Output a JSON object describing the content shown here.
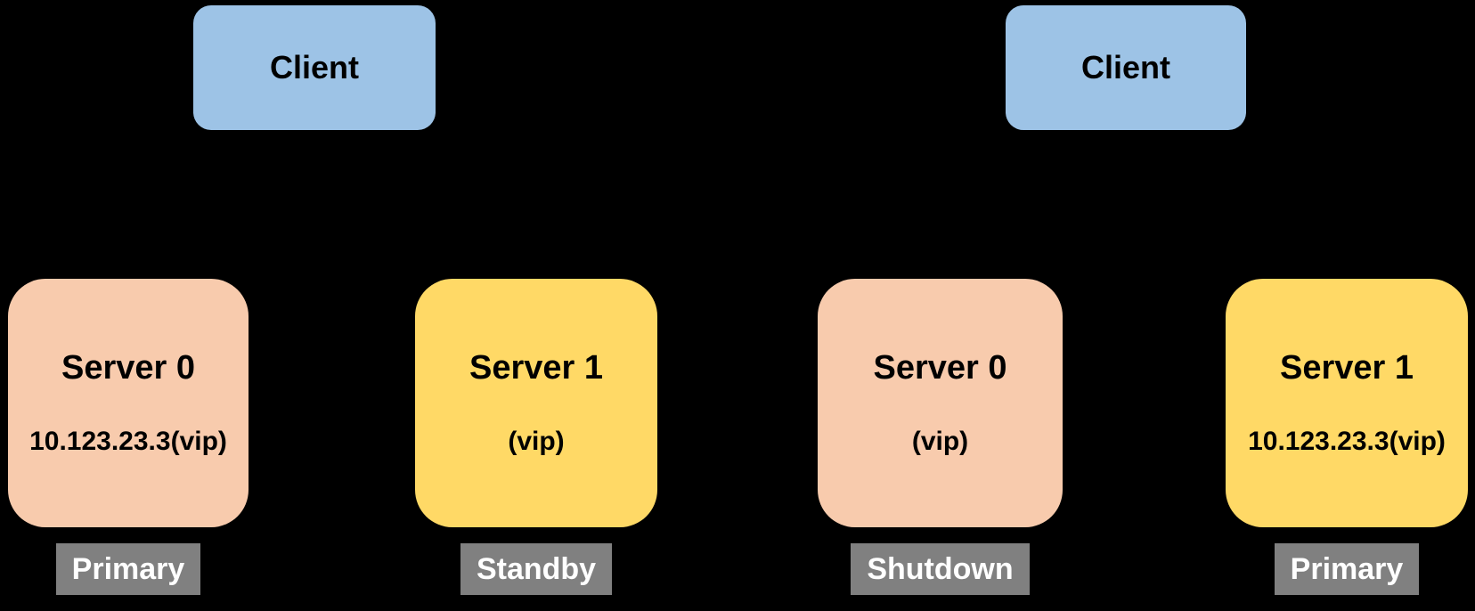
{
  "colors": {
    "background": "#000000",
    "client_fill": "#9DC3E6",
    "server0_fill": "#F8CBAD",
    "server1_fill": "#FFD966",
    "state_badge_fill": "#808080",
    "state_badge_text": "#FFFFFF",
    "box_text": "#000000"
  },
  "scenarios": [
    {
      "client": {
        "label": "Client"
      },
      "servers": [
        {
          "name": "Server 0",
          "address": "10.123.23.3(vip)",
          "state": "Primary"
        },
        {
          "name": "Server 1",
          "address": "(vip)",
          "state": "Standby"
        }
      ]
    },
    {
      "client": {
        "label": "Client"
      },
      "servers": [
        {
          "name": "Server 0",
          "address": "(vip)",
          "state": "Shutdown"
        },
        {
          "name": "Server 1",
          "address": "10.123.23.3(vip)",
          "state": "Primary"
        }
      ]
    }
  ]
}
